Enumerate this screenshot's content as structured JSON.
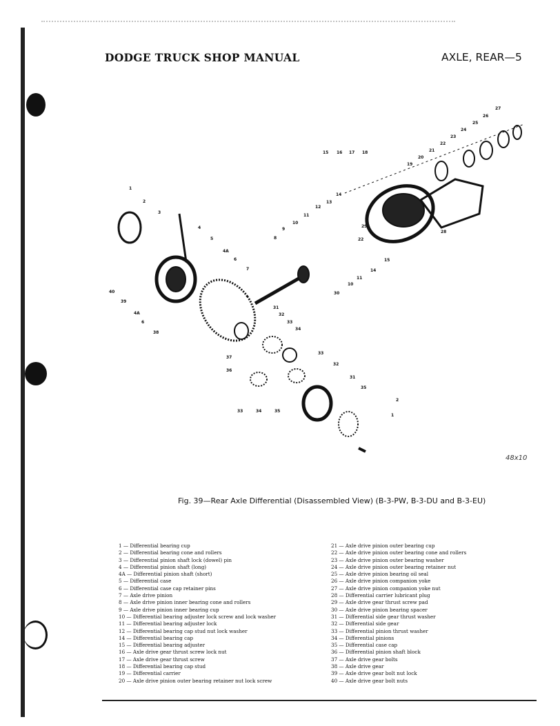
{
  "header": {
    "title": "DODGE TRUCK SHOP MANUAL",
    "section": "AXLE, REAR—5"
  },
  "figure": {
    "caption": "Fig. 39—Rear Axle Differential (Disassembled View) (B-3-PW, B-3-DU and B-3-EU)",
    "code": "48x10",
    "callouts": [
      "27",
      "26",
      "25",
      "24",
      "23",
      "22",
      "21",
      "20",
      "19",
      "15",
      "16",
      "17",
      "18",
      "1",
      "2",
      "3",
      "4",
      "5",
      "4A",
      "6",
      "7",
      "14",
      "13",
      "12",
      "11",
      "10",
      "9",
      "8",
      "29",
      "22",
      "28",
      "15",
      "14",
      "11",
      "10",
      "30",
      "40",
      "39",
      "4A",
      "6",
      "38",
      "31",
      "32",
      "33",
      "34",
      "33",
      "37",
      "32",
      "36",
      "31",
      "35",
      "2",
      "1",
      "33",
      "34",
      "35"
    ]
  },
  "legend_left": [
    "1 — Differential bearing cup",
    "2 — Differential bearing cone and rollers",
    "3 — Differential pinion shaft lock (dowel) pin",
    "4 — Differential pinion shaft (long)",
    "4A — Differential pinion shaft (short)",
    "5 — Differential case",
    "6 — Differential case cap retainer pins",
    "7 — Axle drive pinion",
    "8 — Axle drive pinion inner bearing cone and rollers",
    "9 — Axle drive pinion inner bearing cup",
    "10 — Differential bearing adjuster lock screw and lock washer",
    "11 — Differential bearing adjuster lock",
    "12 — Differential bearing cap stud nut lock washer",
    "14 — Differential bearing cap",
    "15 — Differential bearing adjuster",
    "16 — Axle drive gear thrust screw lock nut",
    "17 — Axle drive gear thrust screw",
    "18 — Differential bearing cap stud",
    "19 — Differential carrier",
    "20 — Axle drive pinion outer bearing retainer nut lock screw"
  ],
  "legend_right": [
    "21 — Axle drive pinion outer bearing cup",
    "22 — Axle drive pinion outer bearing cone and rollers",
    "23 — Axle drive pinion outer bearing washer",
    "24 — Axle drive pinion outer bearing retainer nut",
    "25 — Axle drive pinion bearing oil seal",
    "26 — Axle drive pinion companion yoke",
    "27 — Axle drive pinion companion yoke nut",
    "28 — Differential carrier lubricant plug",
    "29 — Axle drive gear thrust screw pad",
    "30 — Axle drive pinion bearing spacer",
    "31 — Differential side gear thrust washer",
    "32 — Differential side gear",
    "33 — Differential pinion thrust washer",
    "34 — Differential pinions",
    "35 — Differential case cap",
    "36 — Differential pinion shaft block",
    "37 — Axle drive gear bolts",
    "38 — Axle drive gear",
    "39 — Axle drive gear bolt nut lock",
    "40 — Axle drive gear bolt nuts"
  ]
}
